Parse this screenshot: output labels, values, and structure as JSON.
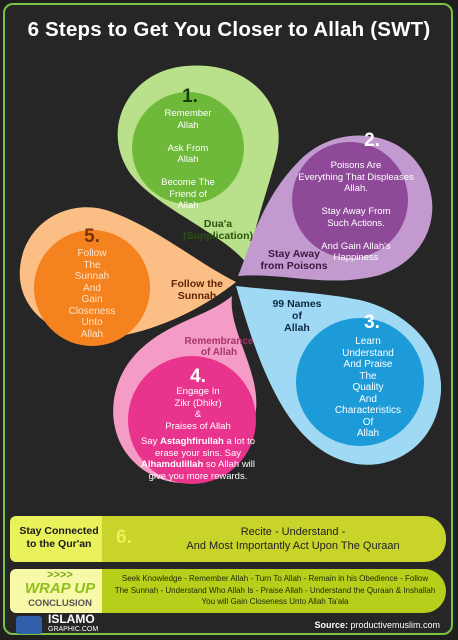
{
  "title": "6 Steps to Get You Closer to Allah (SWT)",
  "steps": [
    {
      "number": "1.",
      "text": "Remember\nAllah\n\nAsk From\nAllah\n\nBecome The\nFriend of\nAllah",
      "label": "Dua'a\n(Supplication)",
      "color": "#7cc142"
    },
    {
      "number": "2.",
      "text": "Poisons Are\nEverything That Displeases\nAllah.\n\nStay Away From\nSuch Actions.\n\nAnd Gain Allah's\nHappiness",
      "label": "Stay Away\nfrom Poisons",
      "color": "#9b4fa0"
    },
    {
      "number": "3.",
      "text": "Learn\nUnderstand\nAnd Praise\nThe\nQuality\nAnd\nCharacteristics\nOf\nAllah",
      "label": "99 Names\nof\nAllah",
      "color": "#29a8e0"
    },
    {
      "number": "4.",
      "text_a": "Engage In\nZikr (Dhikr)\n&\nPraises of Allah",
      "text_b1": "Say ",
      "text_b_bold1": "Astaghfirullah",
      "text_b2": " a lot to erase your sins.",
      "text_b3": "Say ",
      "text_b_bold2": "Alhamdulillah",
      "text_b4": " so Allah will give you more rewards.",
      "label": "Remembrance\nof Allah",
      "color": "#e8368f"
    },
    {
      "number": "5.",
      "text": "Follow\nThe\nSunnah\nAnd\nGain\nCloseness\nUnto\nAllah",
      "label": "Follow the\nSunnah",
      "color": "#f58220"
    }
  ],
  "step6": {
    "label": "Stay Connected\nto the Qur'an",
    "number": "6.",
    "line1": "Recite - Understand -",
    "line2": "And Most Importantly Act Upon The Quraan"
  },
  "wrapup": {
    "arrows": ">>>>",
    "heading": "WRAP UP",
    "sub": "CONCLUSION",
    "text": "Seek Knowledge - Remember Allah - Turn To Allah - Remain in his Obedience - Follow The Sunnah - Understand Who Allah Is - Praise Allah - Understand the Quraan & Inshallah You will Gain Closeness Unto Allah Ta'ala"
  },
  "footer": {
    "logo_main": "ISLAMO",
    "logo_sub": "GRAPHIC.COM",
    "source_label": "Source:",
    "source_value": " productivemuslim.com"
  }
}
